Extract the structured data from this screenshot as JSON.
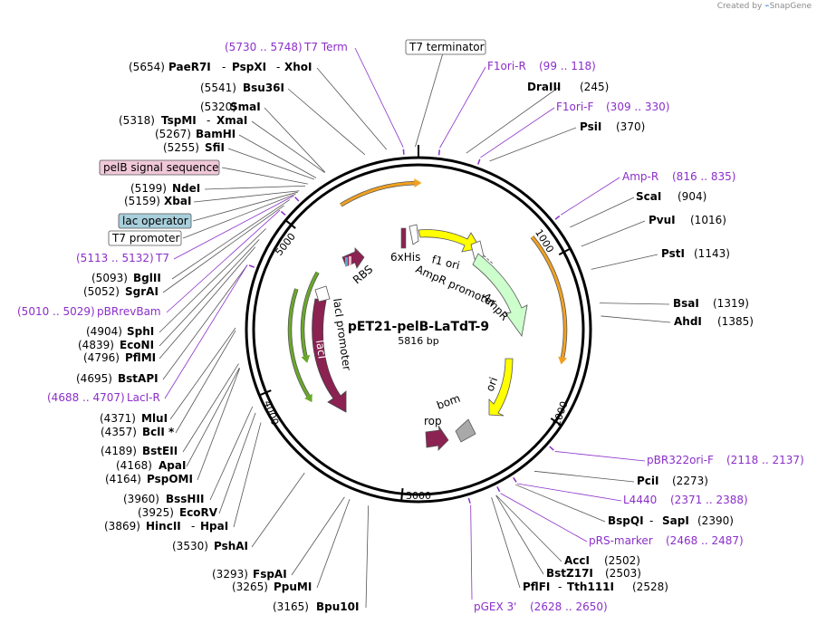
{
  "credit": {
    "prefix": "Created by",
    "app": "SnapGene"
  },
  "plasmid": {
    "name": "pET21-pelB-LaTdT-9",
    "length": "5816 bp"
  },
  "ticks": [
    "1000",
    "2000",
    "3000",
    "4000",
    "5000"
  ],
  "enzymes": {
    "paer7i": [
      "(5654)",
      "PaeR7I",
      "-",
      "PspXI",
      "-",
      "XhoI"
    ],
    "bsu36i": [
      "(5541)",
      "Bsu36I"
    ],
    "smai": [
      "(5320)",
      "SmaI"
    ],
    "tspmi": [
      "(5318)",
      "TspMI",
      "-",
      "XmaI"
    ],
    "bamhi": [
      "(5267)",
      "BamHI"
    ],
    "sfii": [
      "(5255)",
      "SfiI"
    ],
    "ndei": [
      "(5199)",
      "NdeI"
    ],
    "xbai": [
      "(5159)",
      "XbaI"
    ],
    "bglii": [
      "(5093)",
      "BglII"
    ],
    "sgrai": [
      "(5052)",
      "SgrAI"
    ],
    "sphi": [
      "(4904)",
      "SphI"
    ],
    "econi": [
      "(4839)",
      "EcoNI"
    ],
    "pflmi": [
      "(4796)",
      "PflMI"
    ],
    "bstapi": [
      "(4695)",
      "BstAPI"
    ],
    "mlui": [
      "(4371)",
      "MluI"
    ],
    "bcli": [
      "(4357)",
      "BclI *"
    ],
    "bsteii": [
      "(4189)",
      "BstEII"
    ],
    "apai": [
      "(4168)",
      "ApaI"
    ],
    "pspomi": [
      "(4164)",
      "PspOMI"
    ],
    "bsshii": [
      "(3960)",
      "BssHII"
    ],
    "ecorv": [
      "(3925)",
      "EcoRV"
    ],
    "hincii": [
      "(3869)",
      "HincII",
      "-",
      "HpaI"
    ],
    "pshai": [
      "(3530)",
      "PshAI"
    ],
    "fspai": [
      "(3293)",
      "FspAI"
    ],
    "ppumi": [
      "(3265)",
      "PpuMI"
    ],
    "bpu10i": [
      "(3165)",
      "Bpu10I"
    ],
    "draiii": [
      "DraIII",
      "(245)"
    ],
    "psii": [
      "PsiI",
      "(370)"
    ],
    "scai": [
      "ScaI",
      "(904)"
    ],
    "pvui": [
      "PvuI",
      "(1016)"
    ],
    "psti": [
      "PstI",
      "(1143)"
    ],
    "bsai": [
      "BsaI",
      "(1319)"
    ],
    "ahdi": [
      "AhdI",
      "(1385)"
    ],
    "pcii": [
      "PciI",
      "(2273)"
    ],
    "bspqi": [
      "BspQI",
      "-",
      "SapI",
      "(2390)"
    ],
    "acci": [
      "AccI",
      "(2502)"
    ],
    "bstz17i": [
      "BstZ17I",
      "(2503)"
    ],
    "pflfi": [
      "PflFI",
      "-",
      "Tth111I",
      "(2528)"
    ]
  },
  "primers": {
    "t7term": [
      "(5730 .. 5748)",
      "T7 Term"
    ],
    "t7": [
      "(5113 .. 5132)",
      "T7"
    ],
    "pbrrevbam": [
      "(5010 .. 5029)",
      "pBRrevBam"
    ],
    "lacir": [
      "(4688 .. 4707)",
      "LacI-R"
    ],
    "f1orir": [
      "F1ori-R",
      "(99 .. 118)"
    ],
    "f1orif": [
      "F1ori-F",
      "(309 .. 330)"
    ],
    "ampr": [
      "Amp-R",
      "(816 .. 835)"
    ],
    "pbr322orif": [
      "pBR322ori-F",
      "(2118 .. 2137)"
    ],
    "l4440": [
      "L4440",
      "(2371 .. 2388)"
    ],
    "prsmarker": [
      "pRS-marker",
      "(2468 .. 2487)"
    ],
    "pgex3": [
      "pGEX 3'",
      "(2628 .. 2650)"
    ]
  },
  "boxed": {
    "t7_terminator": "T7 terminator",
    "pelb": "pelB signal sequence",
    "lac_operator": "lac operator",
    "t7_promoter": "T7 promoter"
  },
  "features": {
    "sixhis": "6xHis",
    "f1ori": "f1 ori",
    "ampr_promoter": "AmpR promoter",
    "ampr": "AmpR",
    "ori": "ori",
    "bom": "bom",
    "rop": "rop",
    "laci": "lacI",
    "laci_promoter": "lacI promoter",
    "rbs": "RBS"
  },
  "colors": {
    "primer": "#8b2fc9",
    "ampr": "#ccffcc",
    "ori": "#ffff00",
    "laci": "#8b2252",
    "rop": "#8b2252",
    "bom": "#a9a9a9",
    "orf_arc": "#f0a020",
    "laci_arc": "#6aa82a",
    "pelb_box": "#f0c8d8",
    "lac_operator_box": "#a8cfdc"
  }
}
